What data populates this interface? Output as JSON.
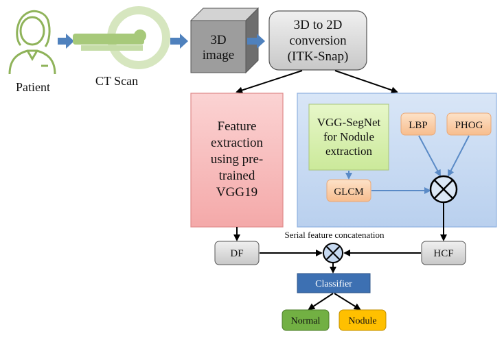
{
  "labels": {
    "patient": "Patient",
    "ct_scan": "CT Scan",
    "image3d_line1": "3D",
    "image3d_line2": "image",
    "conv_line1": "3D to 2D",
    "conv_line2": "conversion",
    "conv_line3": "(ITK-Snap)",
    "vgg19_l1": "Feature",
    "vgg19_l2": "extraction",
    "vgg19_l3": "using pre-",
    "vgg19_l4": "trained",
    "vgg19_l5": "VGG19",
    "segnet_l1": "VGG-SegNet",
    "segnet_l2": "for Nodule",
    "segnet_l3": "extraction",
    "lbp": "LBP",
    "phog": "PHOG",
    "glcm": "GLCM",
    "df": "DF",
    "hcf": "HCF",
    "serial": "Serial feature concatenation",
    "classifier": "Classifier",
    "normal": "Normal",
    "nodule": "Nodule"
  },
  "colors": {
    "patient_line": "#8fb35a",
    "ct_green": "#a7c97a",
    "ct_ring": "#d6e6bf",
    "arrow_blue": "#4f81bd",
    "cube_front": "#9a9a9a",
    "cube_top": "#d0d0d0",
    "cube_side": "#6e6e6e",
    "gray_box": "#d9d9d9",
    "vgg19_bg": "#f6b9b9",
    "vgg19_border": "#e08a8a",
    "panel_bg": "#c6d9f1",
    "panel_border": "#8eb0e0",
    "segnet_bg": "#d7f0a8",
    "orange_bg": "#fbd2ad",
    "orange_border": "#e9a877",
    "classifier_bg": "#3d70b2",
    "normal_bg": "#72b043",
    "nodule_bg": "#ffc000"
  },
  "icons": [
    "patient-icon",
    "ct-scanner-icon",
    "cube-3d-icon",
    "multiply-circle-icon"
  ]
}
